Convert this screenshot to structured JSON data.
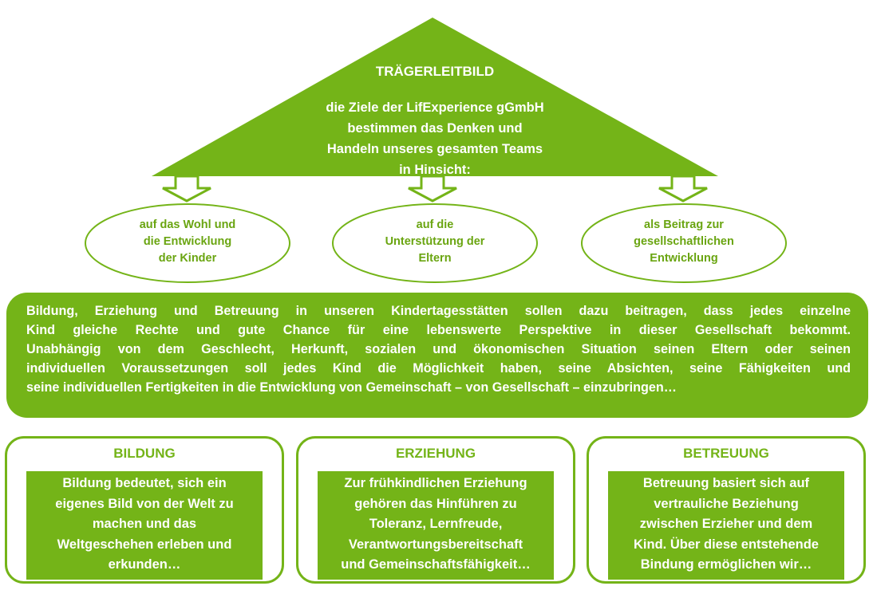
{
  "roof": {
    "title": "TRÄGERLEITBILD",
    "lines": [
      "die Ziele der LifExperience gGmbH",
      "bestimmen das Denken und",
      "Handeln unseres gesamten Teams",
      "in Hinsicht:"
    ]
  },
  "aims": [
    {
      "lines": [
        "auf das Wohl und",
        "die Entwicklung",
        "der Kinder"
      ]
    },
    {
      "lines": [
        "auf die",
        "Unterstützung der",
        "Eltern"
      ]
    },
    {
      "lines": [
        "als Beitrag zur",
        "gesellschaftlichen",
        "Entwicklung"
      ]
    }
  ],
  "mission": {
    "lines": [
      "Bildung, Erziehung und Betreuung in unseren Kindertagesstätten sollen dazu beitragen, dass jedes einzelne",
      "Kind gleiche Rechte und gute Chance für eine lebenswerte Perspektive in dieser Gesellschaft bekommt.",
      "Unabhängig von dem Geschlecht, Herkunft, sozialen und ökonomischen Situation seinen Eltern oder seinen",
      "individuellen Voraussetzungen soll jedes Kind die Möglichkeit haben, seine Absichten, seine Fähigkeiten und",
      "seine individuellen Fertigkeiten in die Entwicklung von Gemeinschaft – von Gesellschaft – einzubringen…"
    ]
  },
  "pillars": [
    {
      "title": "BILDUNG",
      "lines": [
        "Bildung bedeutet, sich ein",
        "eigenes Bild von der Welt zu",
        "machen und das",
        "Weltgeschehen erleben und",
        "erkunden…"
      ]
    },
    {
      "title": "ERZIEHUNG",
      "lines": [
        "Zur frühkindlichen Erziehung",
        "gehören das Hinführen zu",
        "Toleranz, Lernfreude,",
        "Verantwortungsbereitschaft",
        "und Gemeinschaftsfähigkeit…"
      ]
    },
    {
      "title": "BETREUUNG",
      "lines": [
        "Betreuung basiert sich auf",
        "vertrauliche Beziehung",
        "zwischen Erzieher und dem",
        "Kind. Über diese entstehende",
        "Bindung ermöglichen wir…"
      ]
    }
  ],
  "colors": {
    "accent": "#74b418",
    "text_on_accent": "#ffffff",
    "ellipse_text": "#6aa511",
    "background": "#ffffff"
  }
}
